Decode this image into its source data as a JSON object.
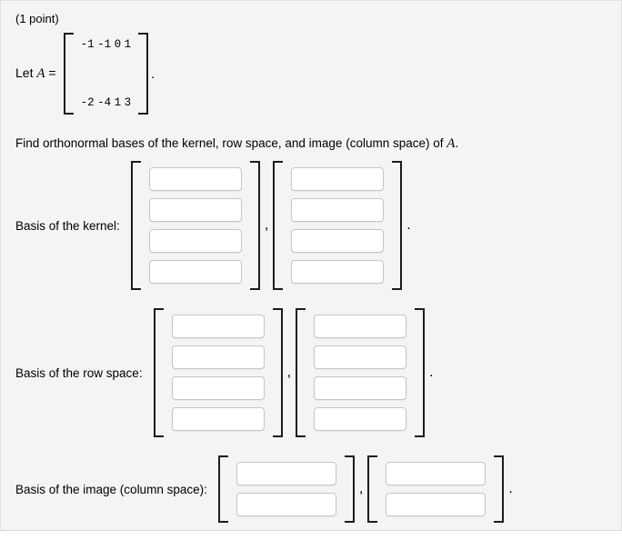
{
  "header": {
    "points": "(1 point)"
  },
  "statement": {
    "prefix": "Let",
    "variable": "A",
    "equals": "=",
    "matrix_rows": [
      "-1 -1 0 1",
      "-2 -4 1 3"
    ],
    "suffix": "."
  },
  "question": {
    "text": "Find orthonormal bases of the kernel, row space, and image (column space) of",
    "variable": "A",
    "suffix": "."
  },
  "kernel": {
    "label": "Basis of the kernel:",
    "separator": ",",
    "terminator": "."
  },
  "row_space": {
    "label": "Basis of the row space:",
    "separator": ",",
    "terminator": "."
  },
  "image": {
    "label": "Basis of the image (column space):",
    "separator": ",",
    "terminator": "."
  }
}
